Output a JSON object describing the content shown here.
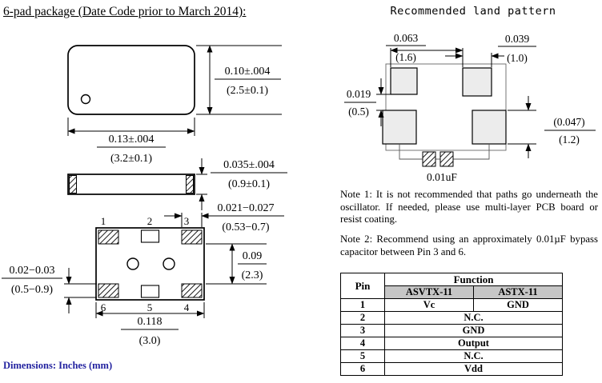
{
  "doc": {
    "title": "6-pad package (Date Code prior to March 2014):",
    "land_pattern_title": "Recommended land pattern",
    "dimensions_footnote": "Dimensions: Inches (mm)"
  },
  "package": {
    "top_view": {
      "height_in": "0.10±.004",
      "height_mm": "(2.5±0.1)",
      "width_in": "0.13±.004",
      "width_mm": "(3.2±0.1)"
    },
    "side_view": {
      "thickness_in": "0.035±.004",
      "thickness_mm": "(0.9±0.1)"
    },
    "bottom_view": {
      "pins_top": [
        "1",
        "2",
        "3"
      ],
      "pins_bottom": [
        "6",
        "5",
        "4"
      ],
      "pad_width_in": "0.021−0.027",
      "pad_width_mm": "(0.53−0.7)",
      "row_pitch_in": "0.09",
      "row_pitch_mm": "(2.3)",
      "pad_height_in": "0.02−0.03",
      "pad_height_mm": "(0.5−0.9)",
      "body_width_in": "0.118",
      "body_width_mm": "(3.0)"
    }
  },
  "land_pattern": {
    "dim1_in": "0.063",
    "dim1_mm": "(1.6)",
    "dim2_in": "0.039",
    "dim2_mm": "(1.0)",
    "dim3_in": "0.019",
    "dim3_mm": "(0.5)",
    "dim4_in": "(0.047)",
    "dim4_mm": "(1.2)",
    "capacitor": "0.01uF"
  },
  "notes": {
    "note1": "Note 1: It is not recommended that paths go underneath the oscillator. If needed, please use multi-layer PCB board or resist coating.",
    "note2": "Note 2: Recommend using an approximately 0.01µF bypass capacitor between Pin 3 and 6.",
    "pin_col": "Pin"
  },
  "pin_table": {
    "col_pin": "Pin",
    "col_function": "Function",
    "col_asvtx": "ASVTX-11",
    "col_astx": "ASTX-11",
    "row1": {
      "pin": "1",
      "asvtx": "Vc",
      "astx": "GND"
    },
    "rows_span": [
      {
        "pin": "2",
        "value": "N.C."
      },
      {
        "pin": "3",
        "value": "GND"
      },
      {
        "pin": "4",
        "value": "Output"
      },
      {
        "pin": "5",
        "value": "N.C."
      },
      {
        "pin": "6",
        "value": "Vdd"
      }
    ]
  }
}
